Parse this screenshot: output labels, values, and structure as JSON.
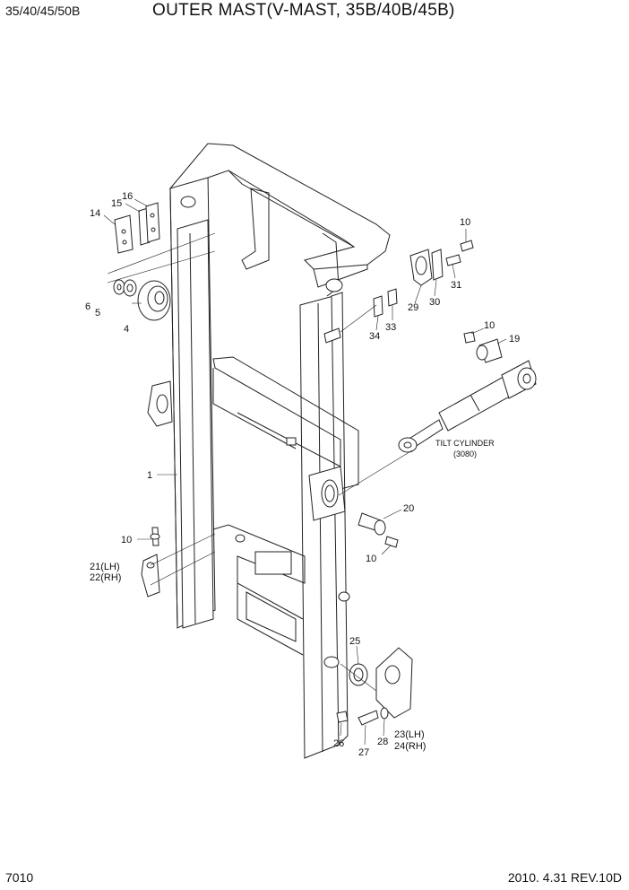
{
  "header": {
    "model": "35/40/45/50B",
    "title": "OUTER MAST(V-MAST, 35B/40B/45B)"
  },
  "footer": {
    "page": "7010",
    "revision": "2010. 4.31  REV.10D"
  },
  "callouts": {
    "c1": "1",
    "c4": "4",
    "c5": "5",
    "c6": "6",
    "c14": "14",
    "c15": "15",
    "c16": "16",
    "c10a": "10",
    "c31": "31",
    "c30": "30",
    "c29": "29",
    "c33": "33",
    "c34": "34",
    "c10b": "10",
    "c19": "19",
    "c20": "20",
    "c10c": "10",
    "c10d": "10",
    "c21": "21(LH)",
    "c22": "22(RH)",
    "c25": "25",
    "c26": "26",
    "c27": "27",
    "c28": "28",
    "c23": "23(LH)",
    "c24": "24(RH)"
  },
  "tilt_cylinder": {
    "label": "TILT CYLINDER",
    "ref": "(3080)"
  }
}
